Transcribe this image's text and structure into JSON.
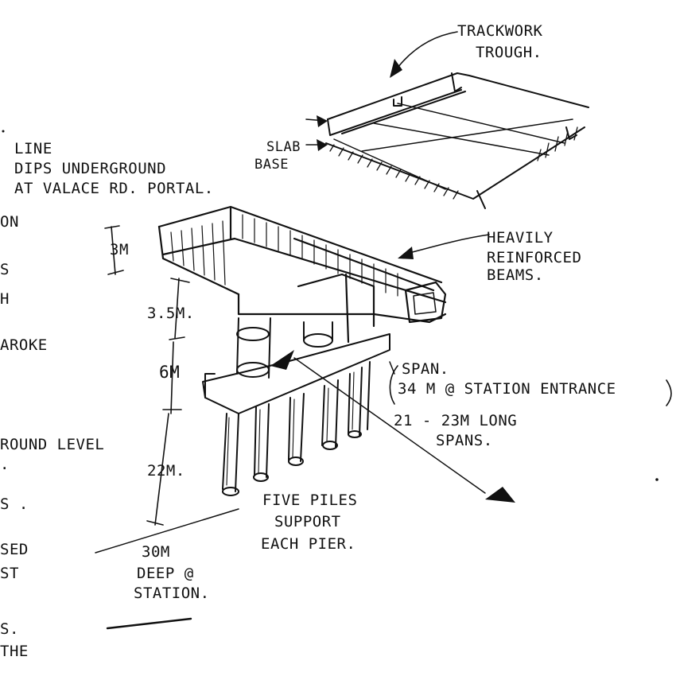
{
  "labels": {
    "trackwork": [
      "TRACKWORK",
      "TROUGH."
    ],
    "slab_base": [
      "SLAB",
      "BASE"
    ],
    "line_dips": [
      "LINE",
      "DIPS UNDERGROUND",
      "AT VALACE RD. PORTAL."
    ],
    "beams": [
      "HEAVILY",
      "REINFORCED",
      "BEAMS."
    ],
    "span": [
      "SPAN.",
      "34 M @ STATION ENTRANCE"
    ],
    "long_spans": [
      "21 - 23M LONG",
      "SPANS."
    ],
    "dim_3m": "3M",
    "dim_3_5m": "3.5M.",
    "dim_6m": "6M",
    "dim_22m": "22M.",
    "five_piles": [
      "FIVE PILES",
      "SUPPORT",
      "EACH PIER."
    ],
    "deep": [
      "30M",
      "DEEP @",
      "STATION."
    ]
  },
  "left_fragments": [
    "ON",
    "S",
    "H",
    "AROKE",
    "ROUND LEVEL",
    ".",
    "S .",
    "SED",
    "ST",
    "S.",
    "THE"
  ],
  "colors": {
    "ink": "#111111",
    "paper": "#ffffff"
  }
}
